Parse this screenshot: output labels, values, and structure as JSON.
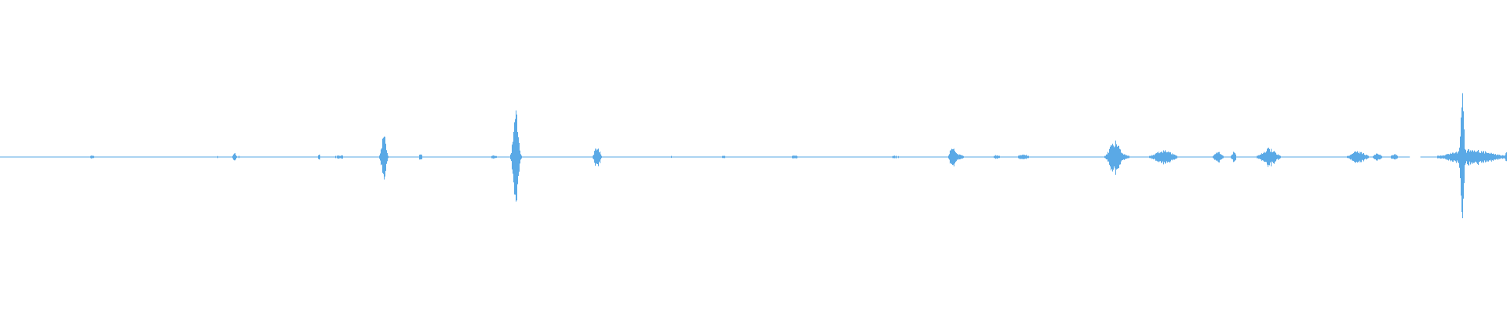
{
  "colors": {
    "background": "#ffffff",
    "wave": "#5aa9e6"
  },
  "waveform": {
    "amplitude_range": [
      -1,
      1
    ],
    "gaps": [
      {
        "start": 0.9355,
        "end": 0.9425
      }
    ],
    "peaks": [
      {
        "pos": 0.0612,
        "amp": 0.02,
        "width": 0.002
      },
      {
        "pos": 0.1125,
        "amp": 0.01,
        "width": 0.001
      },
      {
        "pos": 0.143,
        "amp": 0.015,
        "width": 0.002
      },
      {
        "pos": 0.1555,
        "amp": 0.07,
        "width": 0.0008
      },
      {
        "pos": 0.158,
        "amp": 0.02,
        "width": 0.001
      },
      {
        "pos": 0.2115,
        "amp": 0.04,
        "width": 0.0008
      },
      {
        "pos": 0.224,
        "amp": 0.02,
        "width": 0.002
      },
      {
        "pos": 0.2265,
        "amp": 0.02,
        "width": 0.002
      },
      {
        "pos": 0.2545,
        "amp": 0.39,
        "width": 0.0012
      },
      {
        "pos": 0.279,
        "amp": 0.06,
        "width": 0.0008
      },
      {
        "pos": 0.294,
        "amp": 0.01,
        "width": 0.001
      },
      {
        "pos": 0.327,
        "amp": 0.02,
        "width": 0.003
      },
      {
        "pos": 0.342,
        "amp": 0.62,
        "width": 0.0015
      },
      {
        "pos": 0.396,
        "amp": 0.16,
        "width": 0.0015
      },
      {
        "pos": 0.445,
        "amp": 0.02,
        "width": 0.001
      },
      {
        "pos": 0.48,
        "amp": 0.015,
        "width": 0.002
      },
      {
        "pos": 0.527,
        "amp": 0.025,
        "width": 0.002
      },
      {
        "pos": 0.544,
        "amp": 0.01,
        "width": 0.001
      },
      {
        "pos": 0.594,
        "amp": 0.02,
        "width": 0.002
      },
      {
        "pos": 0.632,
        "amp": 0.18,
        "width": 0.0015
      },
      {
        "pos": 0.635,
        "amp": 0.04,
        "width": 0.003
      },
      {
        "pos": 0.661,
        "amp": 0.025,
        "width": 0.002
      },
      {
        "pos": 0.679,
        "amp": 0.035,
        "width": 0.003
      },
      {
        "pos": 0.7395,
        "amp": 0.22,
        "width": 0.003
      },
      {
        "pos": 0.743,
        "amp": 0.05,
        "width": 0.004
      },
      {
        "pos": 0.772,
        "amp": 0.09,
        "width": 0.005
      },
      {
        "pos": 0.808,
        "amp": 0.07,
        "width": 0.002
      },
      {
        "pos": 0.8185,
        "amp": 0.08,
        "width": 0.001
      },
      {
        "pos": 0.842,
        "amp": 0.12,
        "width": 0.004
      },
      {
        "pos": 0.901,
        "amp": 0.08,
        "width": 0.004
      },
      {
        "pos": 0.914,
        "amp": 0.05,
        "width": 0.002
      },
      {
        "pos": 0.925,
        "amp": 0.04,
        "width": 0.002
      },
      {
        "pos": 0.97,
        "amp": 0.98,
        "width": 0.001
      },
      {
        "pos": 0.976,
        "amp": 0.1,
        "width": 0.012
      },
      {
        "pos": 0.9995,
        "amp": 0.06,
        "width": 0.001
      }
    ]
  }
}
